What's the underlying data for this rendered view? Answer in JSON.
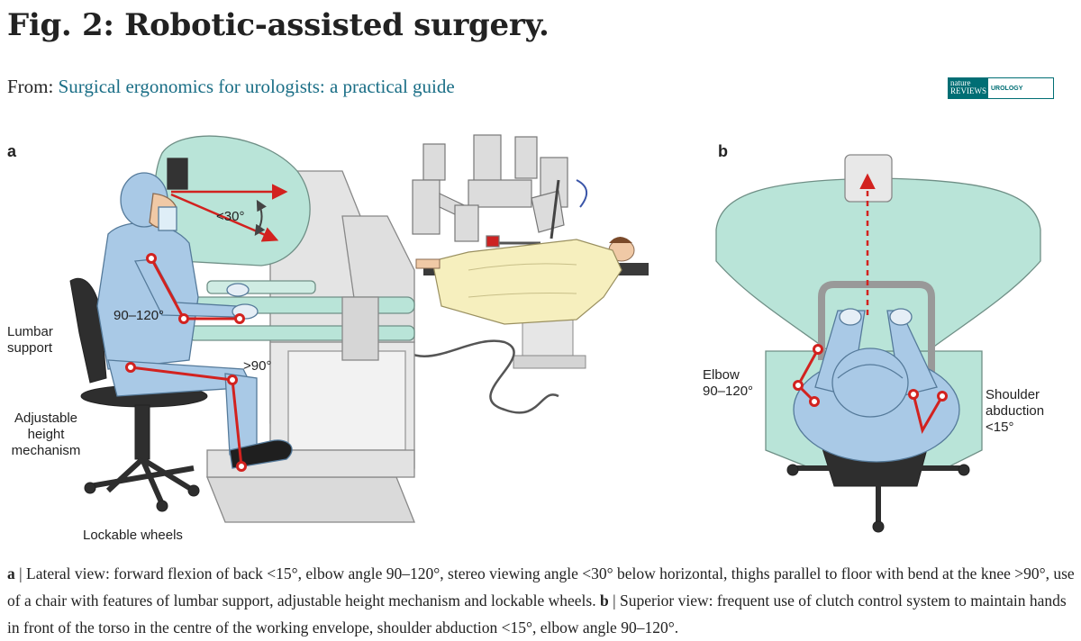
{
  "header": {
    "title": "Fig. 2: Robotic-assisted surgery.",
    "from_label": "From:",
    "from_link": "Surgical ergonomics for urologists: a practical guide"
  },
  "journal_logo": {
    "line1": "nature",
    "line2": "REVIEWS",
    "line3": "UROLOGY",
    "color": "#006e74"
  },
  "panel_a": {
    "letter": "a",
    "labels": {
      "viewing_angle": "<30°",
      "elbow_angle": "90–120°",
      "knee_angle": ">90°",
      "lumbar_support": "Lumbar support",
      "adjustable_height": "Adjustable height mechanism",
      "lockable_wheels": "Lockable wheels"
    }
  },
  "panel_b": {
    "letter": "b",
    "labels": {
      "elbow": "Elbow 90–120°",
      "shoulder": "Shoulder abduction <15°"
    }
  },
  "caption": {
    "a_letter": "a",
    "a_text": " | Lateral view: forward flexion of back <15°, elbow angle 90–120°, stereo viewing angle <30° below horizontal, thighs parallel to floor with bend at the knee >90°, use of a chair with features of lumbar support, adjustable height mechanism and lockable wheels. ",
    "b_letter": "b",
    "b_text": " | Superior view: frequent use of clutch control system to maintain hands in front of the torso in the centre of the working envelope, shoulder abduction <15°, elbow angle 90–120°."
  },
  "colors": {
    "console_mint": "#b9e4d8",
    "scrubs_blue": "#a9c9e6",
    "red_marker": "#d2221f",
    "grey_metal": "#d8d8d8",
    "drape_yellow": "#f6efbe",
    "link_teal": "#1a6e86"
  }
}
